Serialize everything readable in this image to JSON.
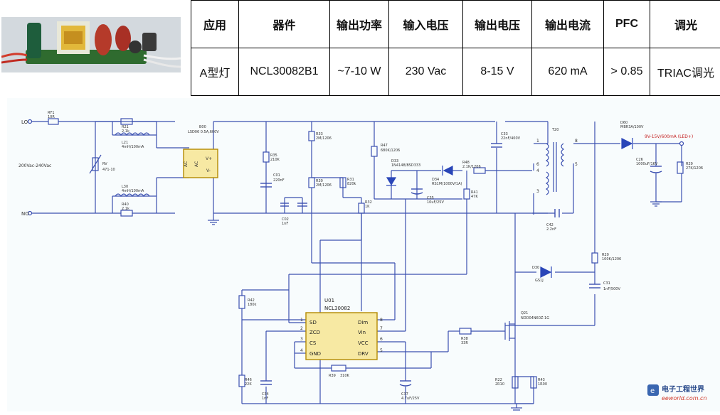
{
  "table": {
    "headers": [
      "应用",
      "器件",
      "输出功率",
      "输入电压",
      "输出电压",
      "输出电流",
      "PFC",
      "调光"
    ],
    "rows": [
      [
        "A型灯",
        "NCL30082B1",
        "~7-10 W",
        "230 Vac",
        "8-15 V",
        "620 mA",
        "> 0.85",
        "TRIAC调光"
      ]
    ]
  },
  "schematic": {
    "ac_input": "200Vac-240Vac",
    "line": "LO",
    "neutral": "NO",
    "output": "9V-15V/600mA (LED+)",
    "ic_ref": "U01",
    "ic_name": "NCL30082",
    "ic_pins_left": [
      "SD",
      "ZCD",
      "CS",
      "GND"
    ],
    "ic_pins_right": [
      "Dim",
      "Vin",
      "VCC",
      "DRV"
    ],
    "pin_nums_left": [
      "1",
      "2",
      "3",
      "4"
    ],
    "pin_nums_right": [
      "8",
      "7",
      "6",
      "5"
    ],
    "bridge_labels": [
      "AC",
      "AC",
      "V+",
      "V-"
    ],
    "transformer_pins": [
      "1",
      "6",
      "4",
      "3",
      "8",
      "5"
    ],
    "labels": {
      "rf1": "RF1",
      "rf1_val": "10R",
      "r21": "R21",
      "r21_val": "2.1k",
      "l21": "L21",
      "l21_val": "4mH/100mA",
      "rv": "RV",
      "rv_val": "471-10",
      "l30": "L30",
      "l30_val": "4mH/100mA",
      "r40": "R40",
      "r40_val": "2.1k",
      "b00": "B00",
      "b00_val": "LSD06 0.5A,600V",
      "r35": "R35",
      "r35_val": "210K",
      "c01": "C01",
      "c01_val": "220nF",
      "c02": "C02",
      "c02_val": "1nF",
      "r33": "R33",
      "r33_val": "2M/1206",
      "r30": "R30",
      "r30_val": "2M/1206",
      "r31": "R31",
      "r31_val": "820k",
      "r32": "R32",
      "r32_val": "1K",
      "r47": "R47",
      "r47_val": "680K/1206",
      "d33": "D33",
      "d33_val": "1N4148/BSD333",
      "d34": "D34",
      "d34_val": "RS1M(1000V/1A)",
      "c35": "C35",
      "c35_val": "10uF/25V",
      "r48": "R48",
      "r48_val": "2.1K/1206",
      "r41": "R41",
      "r41_val": "47K",
      "c33": "C33",
      "c33_val": "22nF/400V",
      "t20": "T20",
      "d60": "D60",
      "d60_val": "MBR3A/100V",
      "c26": "C26",
      "c26_val": "1000uF/16V",
      "r29": "R29",
      "r29_val": "27K/1206",
      "c42": "C42",
      "c42_val": "2.2nF",
      "r20": "R20",
      "r20_val": "100K/1206",
      "d30": "D30",
      "d30_val": "GS1J",
      "c31": "C31",
      "c31_val": "1nF/500V",
      "q21": "Q21",
      "q21_val": "NDD04N60Z-1G",
      "r38": "R38",
      "r38_val": "33R",
      "r42": "R42",
      "r42_val": "180k",
      "r39": "R39",
      "r39_val": "310K",
      "r46": "R46",
      "r46_val": "22K",
      "c34": "C34",
      "c34_val": "1nF",
      "c37": "C37",
      "c37_val": "4.7uF/25V",
      "r22": "R22",
      "r22_val": "2R10",
      "r43": "R43",
      "r43_val": "1R00"
    }
  },
  "watermark": {
    "name": "电子工程世界",
    "url": "eeworld.com.cn"
  }
}
